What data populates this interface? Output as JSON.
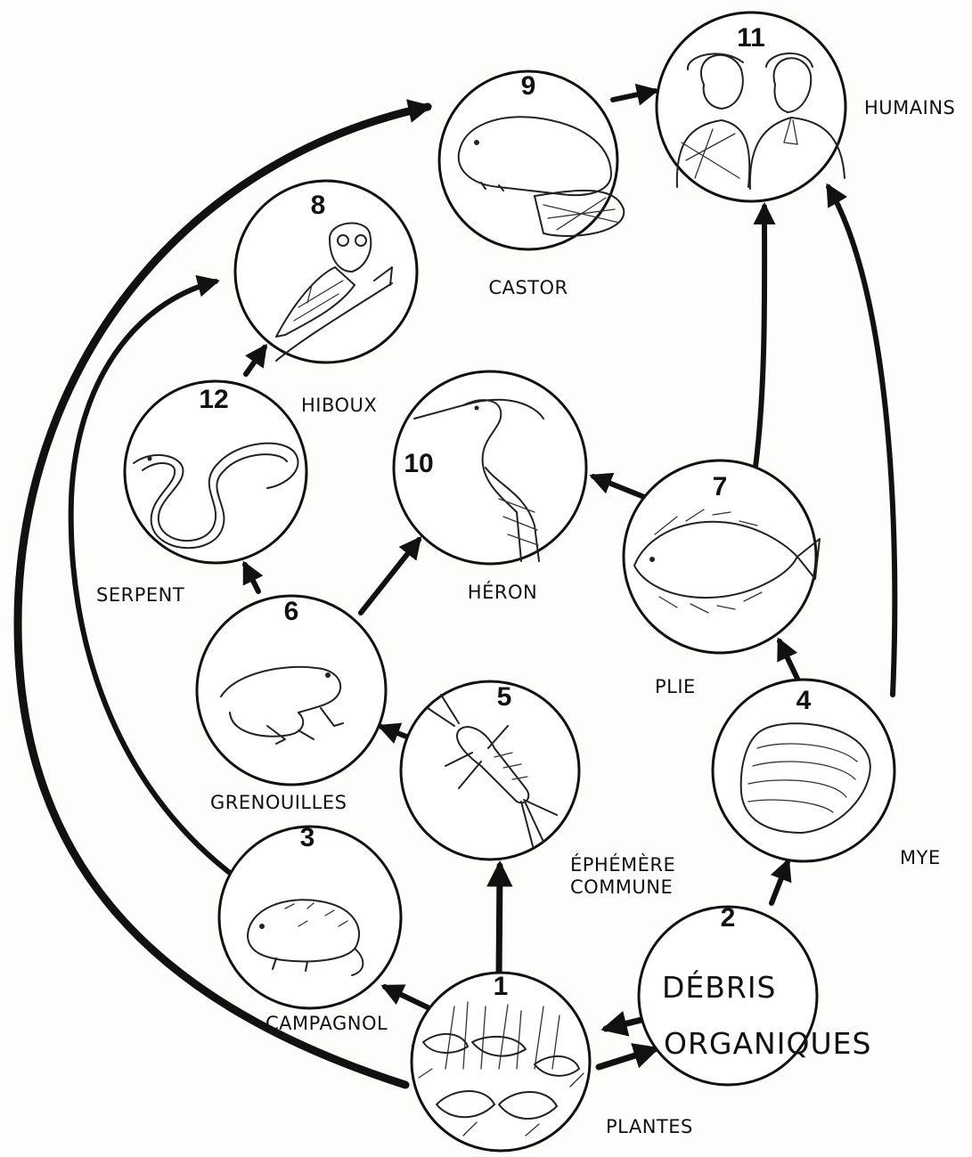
{
  "diagram": {
    "nodes": [
      {
        "id": 1,
        "number": "1",
        "label": "PLANTES",
        "icon": "plants-icon"
      },
      {
        "id": 2,
        "number": "2",
        "label_line1": "DÉBRIS",
        "label_line2": "ORGANIQUES",
        "icon": "organic-debris-text"
      },
      {
        "id": 3,
        "number": "3",
        "label": "CAMPAGNOL",
        "icon": "vole-icon"
      },
      {
        "id": 4,
        "number": "4",
        "label": "MYE",
        "icon": "clam-icon"
      },
      {
        "id": 5,
        "number": "5",
        "label_line1": "ÉPHÉMÈRE",
        "label_line2": "COMMUNE",
        "icon": "mayfly-icon"
      },
      {
        "id": 6,
        "number": "6",
        "label": "GRENOUILLES",
        "icon": "frog-icon"
      },
      {
        "id": 7,
        "number": "7",
        "label": "PLIE",
        "icon": "flounder-icon"
      },
      {
        "id": 8,
        "number": "8",
        "label": "HIBOUX",
        "icon": "owl-icon"
      },
      {
        "id": 9,
        "number": "9",
        "label": "CASTOR",
        "icon": "beaver-icon"
      },
      {
        "id": 10,
        "number": "10",
        "label": "HÉRON",
        "icon": "heron-icon"
      },
      {
        "id": 11,
        "number": "11",
        "label": "HUMAINS",
        "icon": "humans-icon"
      },
      {
        "id": 12,
        "number": "12",
        "label": "SERPENT",
        "icon": "snake-icon"
      }
    ],
    "edges": [
      {
        "from": 1,
        "to": 3
      },
      {
        "from": 1,
        "to": 5
      },
      {
        "from": 1,
        "to": 2
      },
      {
        "from": 2,
        "to": 1
      },
      {
        "from": 2,
        "to": 4
      },
      {
        "from": 1,
        "to": 9
      },
      {
        "from": 3,
        "to": 8
      },
      {
        "from": 5,
        "to": 6
      },
      {
        "from": 6,
        "to": 12
      },
      {
        "from": 6,
        "to": 10
      },
      {
        "from": 12,
        "to": 8
      },
      {
        "from": 4,
        "to": 7
      },
      {
        "from": 4,
        "to": 11
      },
      {
        "from": 7,
        "to": 10
      },
      {
        "from": 7,
        "to": 11
      },
      {
        "from": 9,
        "to": 11
      }
    ]
  }
}
